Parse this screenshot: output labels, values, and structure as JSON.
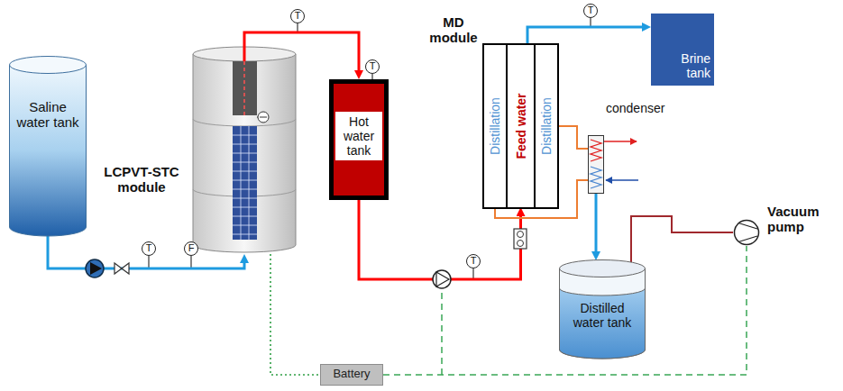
{
  "diagram": {
    "nodes": [
      {
        "text": [
          "Saline water tank"
        ]
      },
      {
        "text": [
          "LCPVT-STC module"
        ]
      },
      {
        "text": [
          "Hot water tank"
        ]
      },
      {
        "text": [
          "MD module"
        ]
      },
      {
        "text": [
          "Distillation"
        ],
        "in": 3
      },
      {
        "text": [
          "Feed water"
        ],
        "in": 3
      },
      {
        "text": [
          "Distillation"
        ],
        "in": 3
      },
      {
        "text": [
          "Brine tank"
        ]
      },
      {
        "text": [
          "condenser"
        ]
      },
      {
        "text": [
          "Distilled water tank"
        ]
      },
      {
        "text": [
          "Vacuum pump"
        ]
      },
      {
        "text": [
          "Battery"
        ]
      }
    ],
    "edges": [
      {
        "from": 0,
        "to": 1,
        "arrow": "to"
      },
      {
        "from": 1,
        "to": 2,
        "arrow": "to"
      },
      {
        "from": 2,
        "to": 5,
        "arrow": "to"
      },
      {
        "from": 3,
        "to": 7,
        "arrow": "to"
      },
      {
        "from": 4,
        "to": 8,
        "arrow": "none"
      },
      {
        "from": 6,
        "to": 8,
        "arrow": "none"
      },
      {
        "from": 8,
        "to": 9,
        "arrow": "to"
      },
      {
        "from": 10,
        "to": 9,
        "arrow": "none"
      },
      {
        "from": 1,
        "to": 11,
        "arrow": "none"
      },
      {
        "from": 11,
        "to": 10,
        "arrow": "none"
      }
    ],
    "labels": [
      "T",
      "T",
      "T",
      "T",
      "F",
      "T"
    ]
  }
}
